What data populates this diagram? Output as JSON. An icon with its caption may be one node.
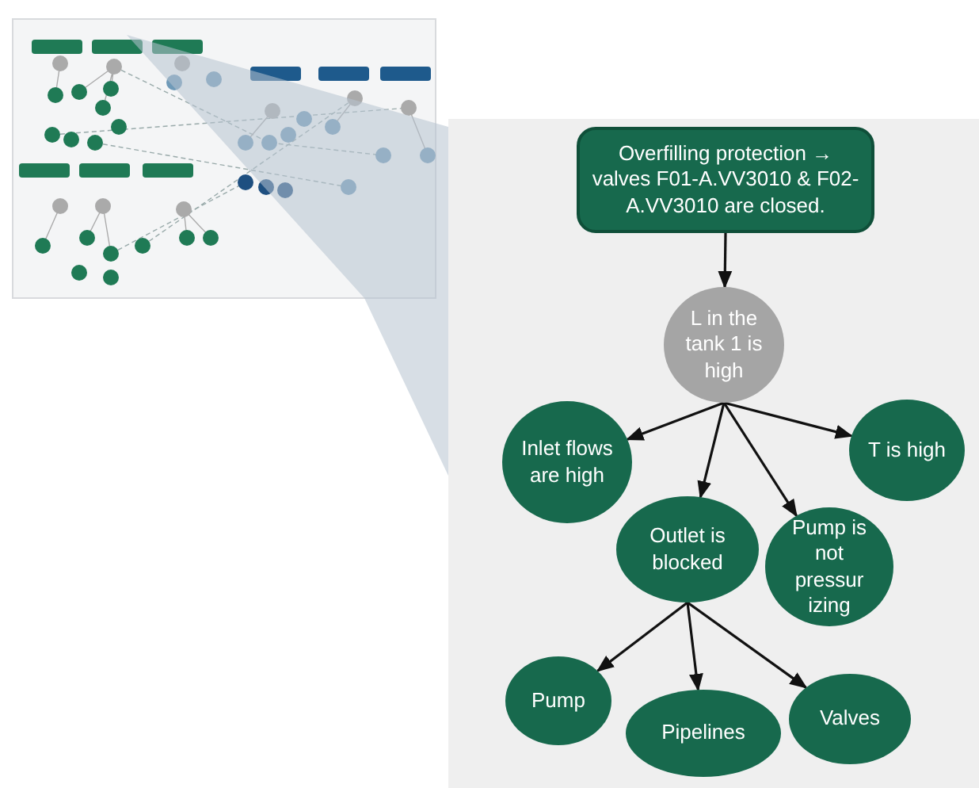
{
  "diagram": {
    "nodes": [
      {
        "text": [
          "Overfilling protection → valves F01-A.VV3010 & F02-A.VV3010 are closed."
        ]
      },
      {
        "text": [
          "L in the tank 1 is high"
        ]
      },
      {
        "text": [
          "Inlet flows are high"
        ]
      },
      {
        "text": [
          "T is high"
        ]
      },
      {
        "text": [
          "Outlet is blocked"
        ]
      },
      {
        "text": [
          "Pump is not pressur izing"
        ]
      },
      {
        "text": [
          "Pump"
        ]
      },
      {
        "text": [
          "Pipelines"
        ]
      },
      {
        "text": [
          "Valves"
        ]
      }
    ],
    "edges": [
      {
        "from": 0,
        "to": 1,
        "arrow": "to"
      },
      {
        "from": 1,
        "to": 2,
        "arrow": "to"
      },
      {
        "from": 1,
        "to": 4,
        "arrow": "to"
      },
      {
        "from": 1,
        "to": 5,
        "arrow": "to"
      },
      {
        "from": 1,
        "to": 3,
        "arrow": "to"
      },
      {
        "from": 4,
        "to": 6,
        "arrow": "to"
      },
      {
        "from": 4,
        "to": 7,
        "arrow": "to"
      },
      {
        "from": 4,
        "to": 8,
        "arrow": "to"
      }
    ]
  }
}
